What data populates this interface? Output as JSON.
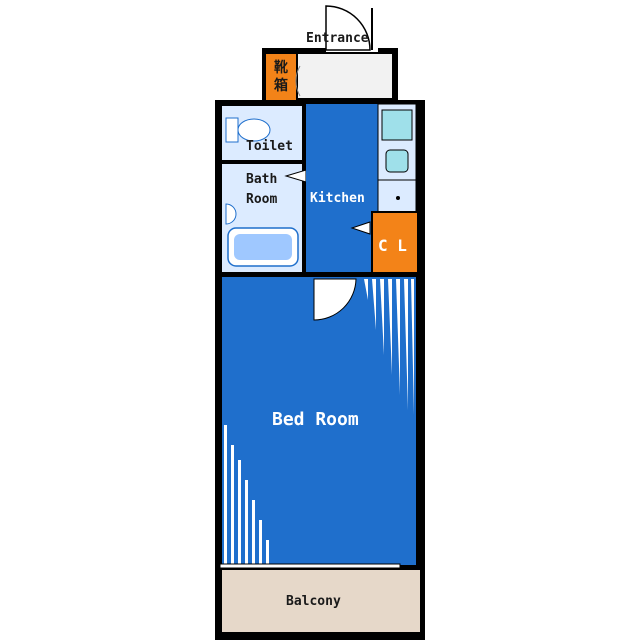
{
  "rooms": {
    "entrance": "Entrance",
    "shoe_storage": [
      "靴",
      "箱"
    ],
    "toilet": "Toilet",
    "bath": [
      "Bath",
      "Room"
    ],
    "kitchen": "Kitchen",
    "closet": "C L",
    "bedroom": "Bed Room",
    "balcony": "Balcony"
  },
  "colors": {
    "room_blue": "#1f6fcc",
    "wet_area": "#dcebff",
    "closet_orange": "#f38318",
    "balcony": "#e6d8c9",
    "wall": "#000000"
  }
}
